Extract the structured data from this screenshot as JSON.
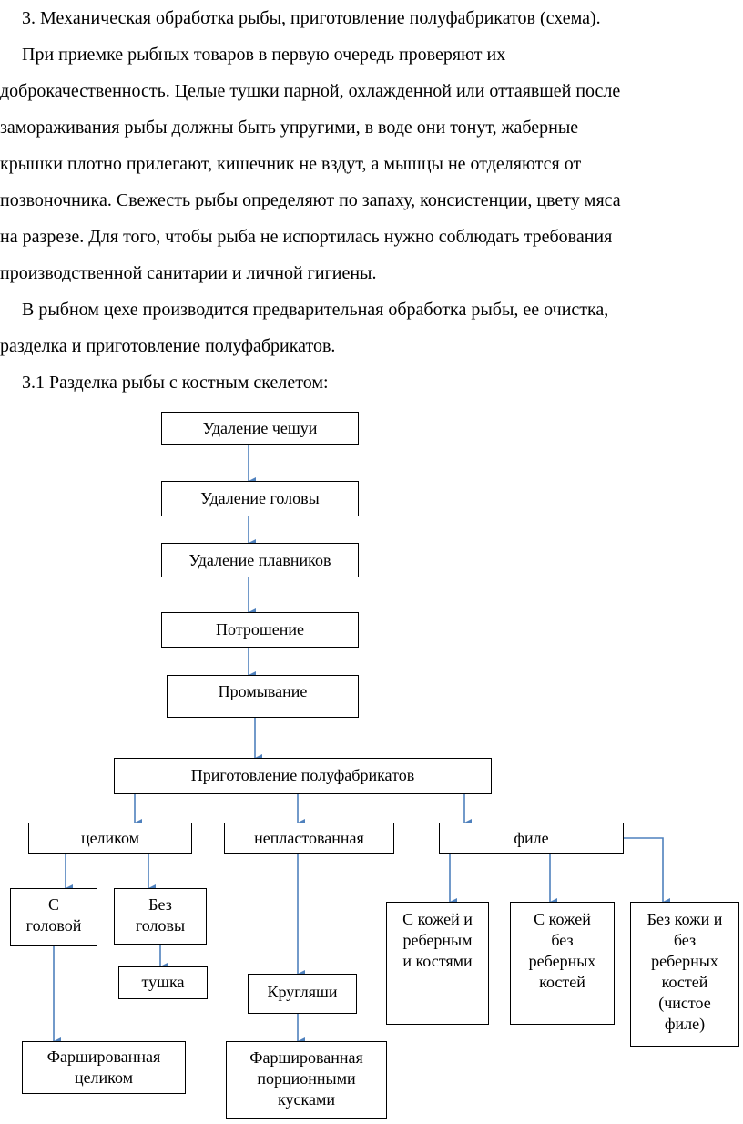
{
  "text": {
    "heading": "3. Механическая обработка рыбы, приготовление полуфабрикатов (схема).",
    "p1": [
      "При приемке рыбных товаров в первую очередь проверяют их",
      "доброкачественность. Целые тушки парной, охлажденной или оттаявшей после",
      "замораживания рыбы должны быть упругими, в воде они тонут, жаберные",
      "крышки плотно прилегают, кишечник не вздут, а мышцы не отделяются от",
      "позвоночника. Свежесть рыбы определяют по запаху, консистенции, цвету мяса",
      "на разрезе. Для того, чтобы рыба не испортилась нужно соблюдать требования",
      "производственной санитарии и личной гигиены."
    ],
    "p2": [
      "В рыбном цехе производится предварительная обработка рыбы, ее очистка,",
      "разделка и приготовление полуфабрикатов."
    ],
    "subheading": "3.1 Разделка рыбы с костным скелетом:"
  },
  "diagram": {
    "arrow_color": "#4f81bd",
    "steps": {
      "scales": "Удаление чешуи",
      "head": "Удаление головы",
      "fins": "Удаление плавников",
      "gutting": "Потрошение",
      "washing": "Промывание",
      "semi": "Приготовление полуфабрикатов"
    },
    "branches": {
      "whole": "целиком",
      "unfilleted": "непластованная",
      "fillet": "филе"
    },
    "leaves": {
      "with_head": "С\nголовой",
      "no_head": "Без\nголовы",
      "carcass": "тушка",
      "stuffed_whole": "Фаршированная\nцеликом",
      "rounds": "Кругляши",
      "stuffed_portions": "Фаршированная\nпорционными\nкусками",
      "skin_ribs": "С кожей и\nреберным\nи костями",
      "skin_no_ribs": "С кожей\nбез\nреберных\nкостей",
      "clean_fillet": "Без кожи и\nбез\nреберных\nкостей\n(чистое\nфиле)"
    }
  }
}
